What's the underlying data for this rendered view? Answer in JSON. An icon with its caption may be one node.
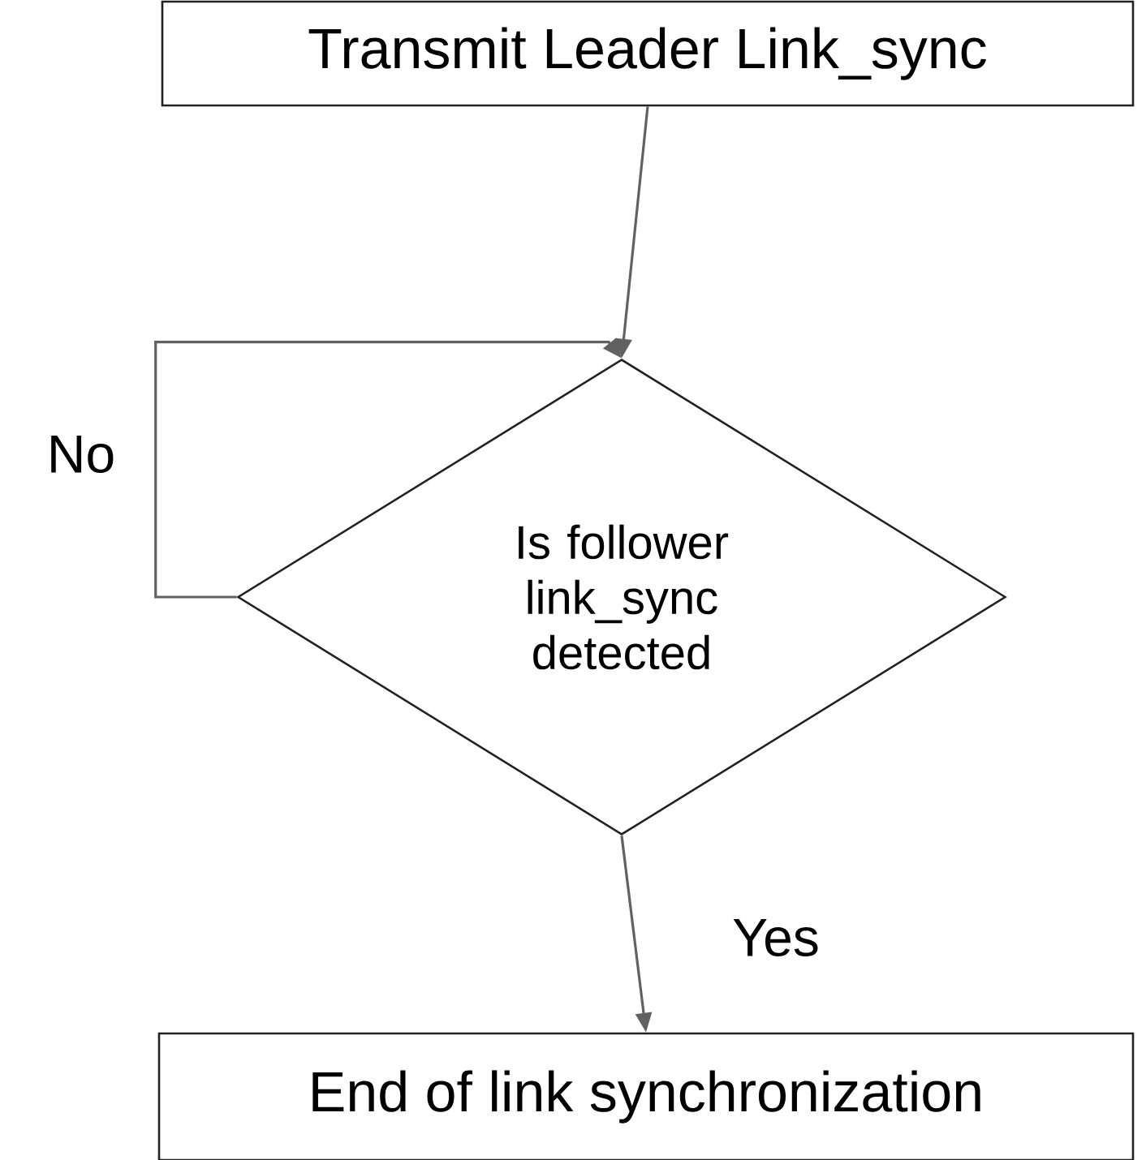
{
  "diagram": {
    "nodes": [
      {
        "text": [
          "Transmit Leader Link_sync"
        ]
      },
      {
        "text": [
          "Is follower link_sync detected"
        ]
      },
      {
        "text": [
          "End of link synchronization"
        ]
      }
    ],
    "edges": [
      {
        "from": 0,
        "to": 1,
        "arrow": "to"
      },
      {
        "from": 1,
        "to": 1,
        "arrow": "to",
        "label": "No"
      },
      {
        "from": 1,
        "to": 2,
        "arrow": "to",
        "label": "Yes"
      }
    ]
  }
}
